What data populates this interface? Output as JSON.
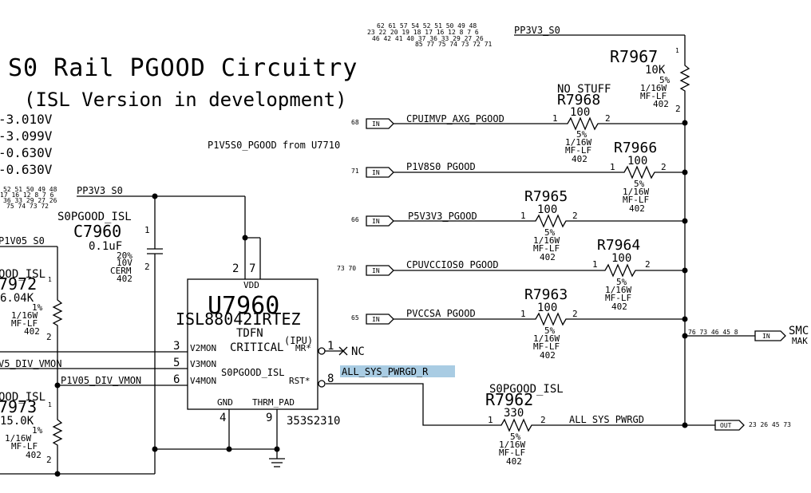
{
  "title": "S0 Rail PGOOD Circuitry",
  "subtitle": "(ISL Version in development)",
  "thresholds": [
    "-3.010V",
    "-3.099V",
    "-0.630V",
    "-0.630V"
  ],
  "note_p1v5": "P1V5S0_PGOOD from U7710",
  "rail_top": {
    "name": "PP3V3_S0",
    "refs_row1": "62 61 57 54 52 51 50 49 48",
    "refs_row2": "23 22 20 19 18 17 16 12 8 7 6",
    "refs_row3": "46 42 41 40 37 36 33 29 27 26",
    "refs_row4": "85 77 75 74 73 72 71"
  },
  "rail_left": {
    "name": "PP3V3_S0",
    "refs_row1": "52 51 50 49 48",
    "refs_row2": "17 16 12 8 7 6",
    "refs_row3": "36 33 29 27 26",
    "refs_row4": "75 74 73 72"
  },
  "resistors": {
    "r7967": {
      "ref": "R7967",
      "pin1": "1",
      "pin2": "2",
      "value": "10K",
      "tol": "5%",
      "power": "1/16W",
      "type": "MF-LF",
      "pkg": "402"
    },
    "r7968": {
      "ref": "R7968",
      "note": "NO STUFF",
      "pin1": "1",
      "pin2": "2",
      "value": "100",
      "tol": "5%",
      "power": "1/16W",
      "type": "MF-LF",
      "pkg": "402"
    },
    "r7966": {
      "ref": "R7966",
      "pin1": "1",
      "pin2": "2",
      "value": "100",
      "tol": "5%",
      "power": "1/16W",
      "type": "MF-LF",
      "pkg": "402"
    },
    "r7965": {
      "ref": "R7965",
      "pin1": "1",
      "pin2": "2",
      "value": "100",
      "tol": "5%",
      "power": "1/16W",
      "type": "MF-LF",
      "pkg": "402"
    },
    "r7964": {
      "ref": "R7964",
      "pin1": "1",
      "pin2": "2",
      "value": "100",
      "tol": "5%",
      "power": "1/16W",
      "type": "MF-LF",
      "pkg": "402"
    },
    "r7963": {
      "ref": "R7963",
      "pin1": "1",
      "pin2": "2",
      "value": "100",
      "tol": "5%",
      "power": "1/16W",
      "type": "MF-LF",
      "pkg": "402"
    },
    "r7962": {
      "ref": "R7962",
      "group": "S0PGOOD_ISL",
      "pin1": "1",
      "pin2": "2",
      "value": "330",
      "tol": "5%",
      "power": "1/16W",
      "type": "MF-LF",
      "pkg": "402"
    },
    "r7972": {
      "ref": "7972",
      "group": "OOD_ISL",
      "pin1": "1",
      "pin2": "2",
      "value": "6.04K",
      "tol": "1%",
      "power": "1/16W",
      "type": "MF-LF",
      "pkg": "402"
    },
    "r7973": {
      "ref": "7973",
      "group": "OOD_ISL",
      "pin1": "1",
      "pin2": "2",
      "value": "15.0K",
      "tol": "1%",
      "power": "1/16W",
      "type": "MF-LF",
      "pkg": "402"
    }
  },
  "capacitor": {
    "group": "S0PGOOD_ISL",
    "ref": "C7960",
    "pin1": "1",
    "pin2": "2",
    "value": "0.1uF",
    "tol": "20%",
    "voltage": "10V",
    "type": "CERM",
    "pkg": "402"
  },
  "ports": [
    {
      "dir": "IN",
      "ref": "68",
      "net": "CPUIMVP_AXG_PGOOD"
    },
    {
      "dir": "IN",
      "ref": "71",
      "net": "P1V8S0_PGOOD"
    },
    {
      "dir": "IN",
      "ref": "66",
      "net": "P5V3V3_PGOOD"
    },
    {
      "dir": "IN",
      "ref": "73 70",
      "net": "CPUVCCIOS0_PGOOD"
    },
    {
      "dir": "IN",
      "ref": "65",
      "net": "PVCCSA_PGOOD"
    }
  ],
  "out_port_right": {
    "dir": "IN",
    "refs": "76 73 46 45 8",
    "net": "SMC",
    "sub": "MAK"
  },
  "out_port": {
    "dir": "OUT",
    "refs": "23 26 45 73"
  },
  "nets": {
    "all_sys_pwrgd_r": "ALL_SYS_PWRGD_R",
    "all_sys_pwrgd": "ALL_SYS_PWRGD",
    "p1v05_s0": "P1V05_S0",
    "v5_div_vmon": "V5_DIV_VMON",
    "p1v05_div_vmon": "P1V05_DIV_VMON",
    "nc": "NC"
  },
  "ic": {
    "ref": "U7960",
    "part": "ISL88042IRTEZ",
    "pkg": "TDFN",
    "critical": "CRITICAL",
    "ipu": "(IPU)",
    "vdd": "VDD",
    "gnd": "GND",
    "thrm": "THRM_PAD",
    "v2mon": "V2MON",
    "v3mon": "V3MON",
    "v4mon": "V4MON",
    "mr": "MR*",
    "rst": "RST*",
    "group": "S0PGOOD_ISL",
    "apn": "353S2310",
    "pins": {
      "vdd_a": "2",
      "vdd_b": "7",
      "v2": "3",
      "v3": "5",
      "v4": "6",
      "mr": "1",
      "rst": "8",
      "gnd": "4",
      "thrm": "9"
    }
  }
}
